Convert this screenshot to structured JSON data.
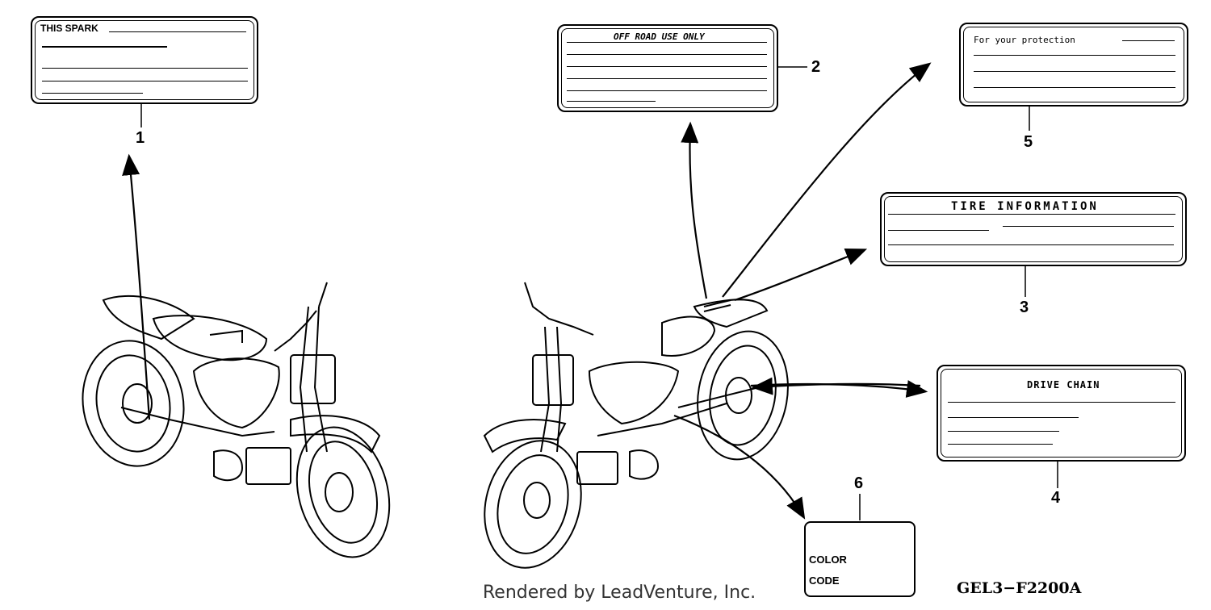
{
  "labels": {
    "spark": {
      "title": "THIS SPARK",
      "callout": "1"
    },
    "offroad": {
      "title": "OFF ROAD USE ONLY",
      "callout": "2"
    },
    "tire": {
      "title": "TIRE INFORMATION",
      "callout": "3"
    },
    "chain": {
      "title": "DRIVE CHAIN",
      "callout": "4"
    },
    "protection": {
      "title": "For your protection",
      "callout": "5"
    },
    "color": {
      "line1": "COLOR",
      "line2": "CODE",
      "callout": "6"
    }
  },
  "footer": {
    "rendered_by": "Rendered by LeadVenture, Inc.",
    "diagram_code": "GEL3−F2200A"
  }
}
